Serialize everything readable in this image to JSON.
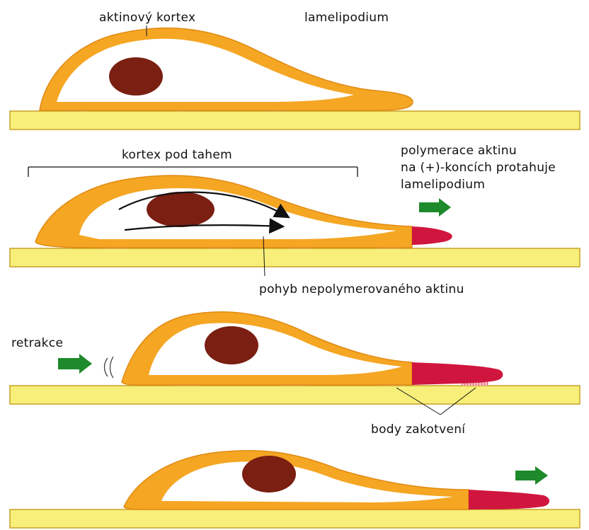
{
  "labels": {
    "actin_cortex": "aktinový kortex",
    "lamellipodium": "lamelipodium",
    "cortex_tension": "kortex pod tahem",
    "polymerization_1": "polymerace aktinu",
    "polymerization_2": "na (+)-koncích protahuje",
    "polymerization_3": "lamelipodium",
    "unpolymerized_flow": "pohyb nepolymerovaného aktinu",
    "retraction": "retrakce",
    "anchor_points": "body zakotvení"
  },
  "colors": {
    "substrate_fill": "#f7ef7a",
    "substrate_border": "#c9a227",
    "cortex": "#f5a623",
    "cortex_edge": "#e08a12",
    "cytoplasm": "#ffffff",
    "nucleus": "#7a1f12",
    "polymerized_actin": "#d0163e",
    "arrow_green": "#1d8a2b",
    "focal_contact": "#e8455c",
    "outline": "#111111"
  }
}
